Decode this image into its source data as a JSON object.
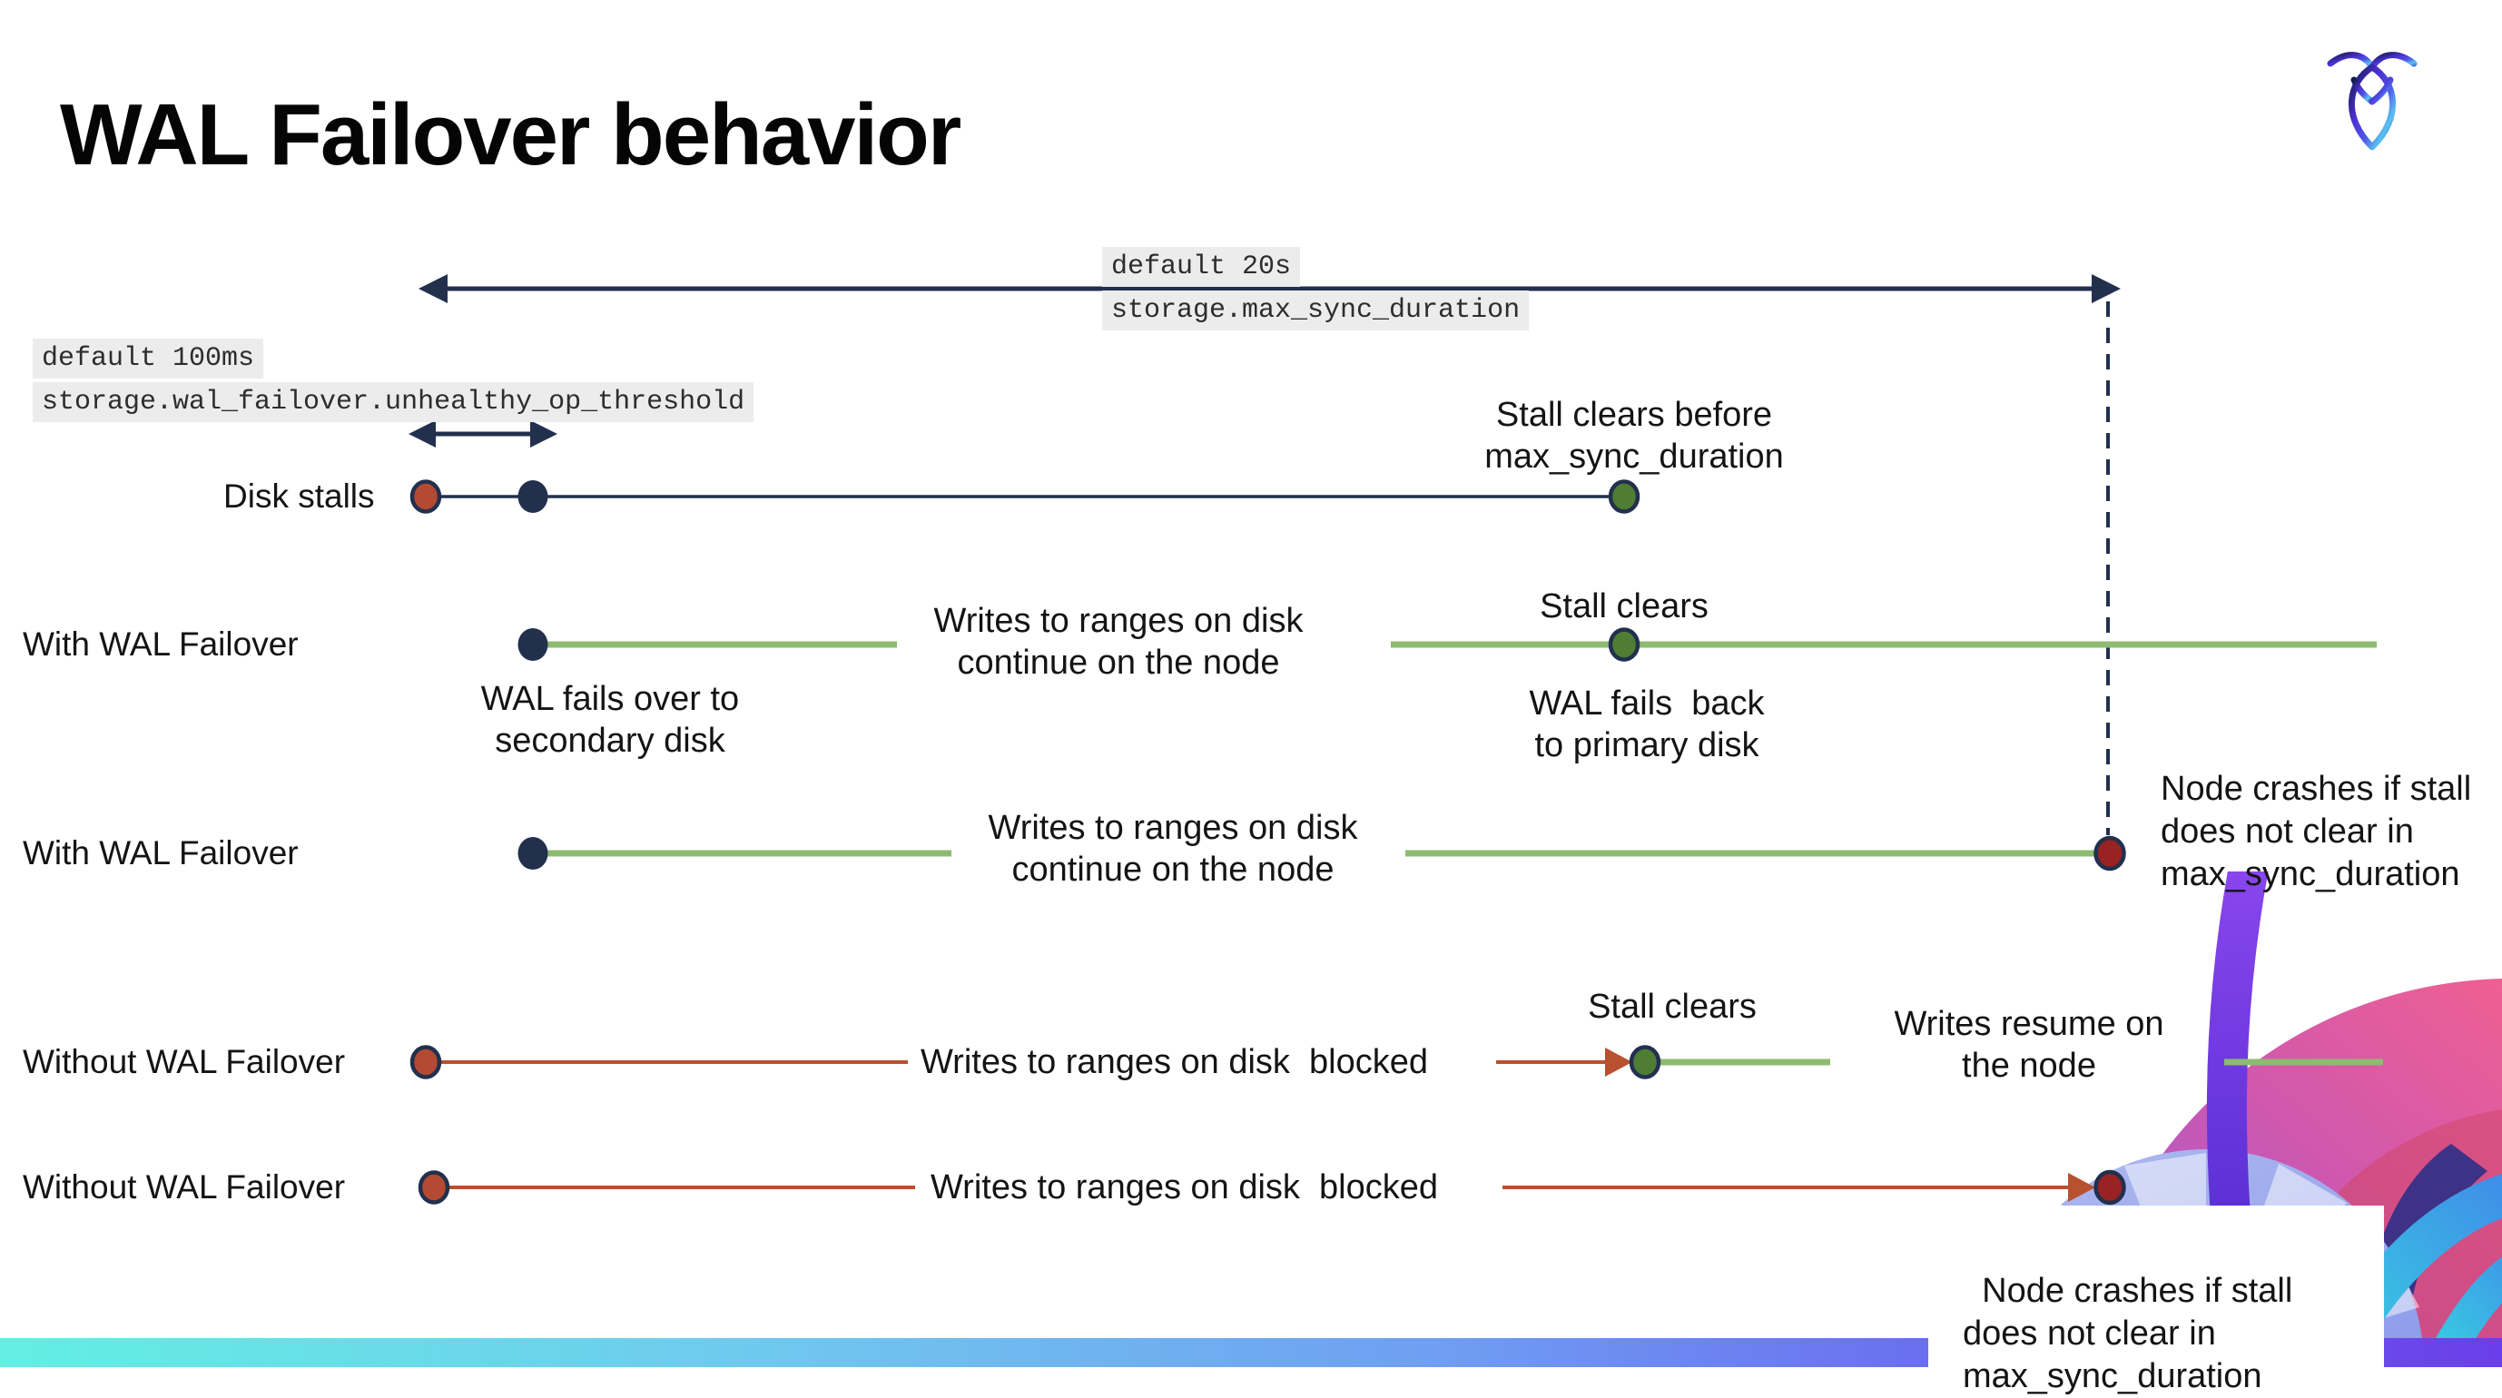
{
  "title": "WAL Failover behavior",
  "settings": {
    "max_sync": {
      "default_label": "default 20s",
      "setting_name": "storage.max_sync_duration"
    },
    "unhealthy_op": {
      "default_label": "default 100ms",
      "setting_name": "storage.wal_failover.unhealthy_op_threshold"
    }
  },
  "rows": {
    "disk_stalls": "Disk stalls",
    "with_wal_1": "With WAL Failover",
    "with_wal_2": "With WAL Failover",
    "without_wal_1": "Without WAL Failover",
    "without_wal_2": "Without WAL Failover"
  },
  "annotations": {
    "stall_clears_before": "Stall clears before\nmax_sync_duration",
    "wal_fails_over": "WAL fails over to\nsecondary disk",
    "writes_continue_1": "Writes to ranges on disk\ncontinue on the node",
    "stall_clears_1": "Stall clears",
    "wal_fails_back": "WAL fails  back\nto primary disk",
    "writes_continue_2": "Writes to ranges on disk\ncontinue on the node",
    "node_crashes_1": "Node crashes if stall\ndoes not clear in\nmax_sync_duration",
    "writes_blocked_1": "Writes to ranges on disk  blocked",
    "stall_clears_2": "Stall clears",
    "writes_resume": "Writes resume on\nthe node",
    "writes_blocked_2": "Writes to ranges on disk  blocked",
    "node_crashes_2": "Node crashes if stall\ndoes not clear in\nmax_sync_duration"
  },
  "colors": {
    "navy": "#22304e",
    "green_line": "#8dbb6f",
    "green_dot": "#4e7d33",
    "brick_line": "#b8512f",
    "brick_dot": "#b34a31",
    "crash_red": "#992222",
    "code_bg": "#ececec",
    "bar_gradient_left": "#62efe2",
    "bar_gradient_right": "#6a3eea"
  }
}
